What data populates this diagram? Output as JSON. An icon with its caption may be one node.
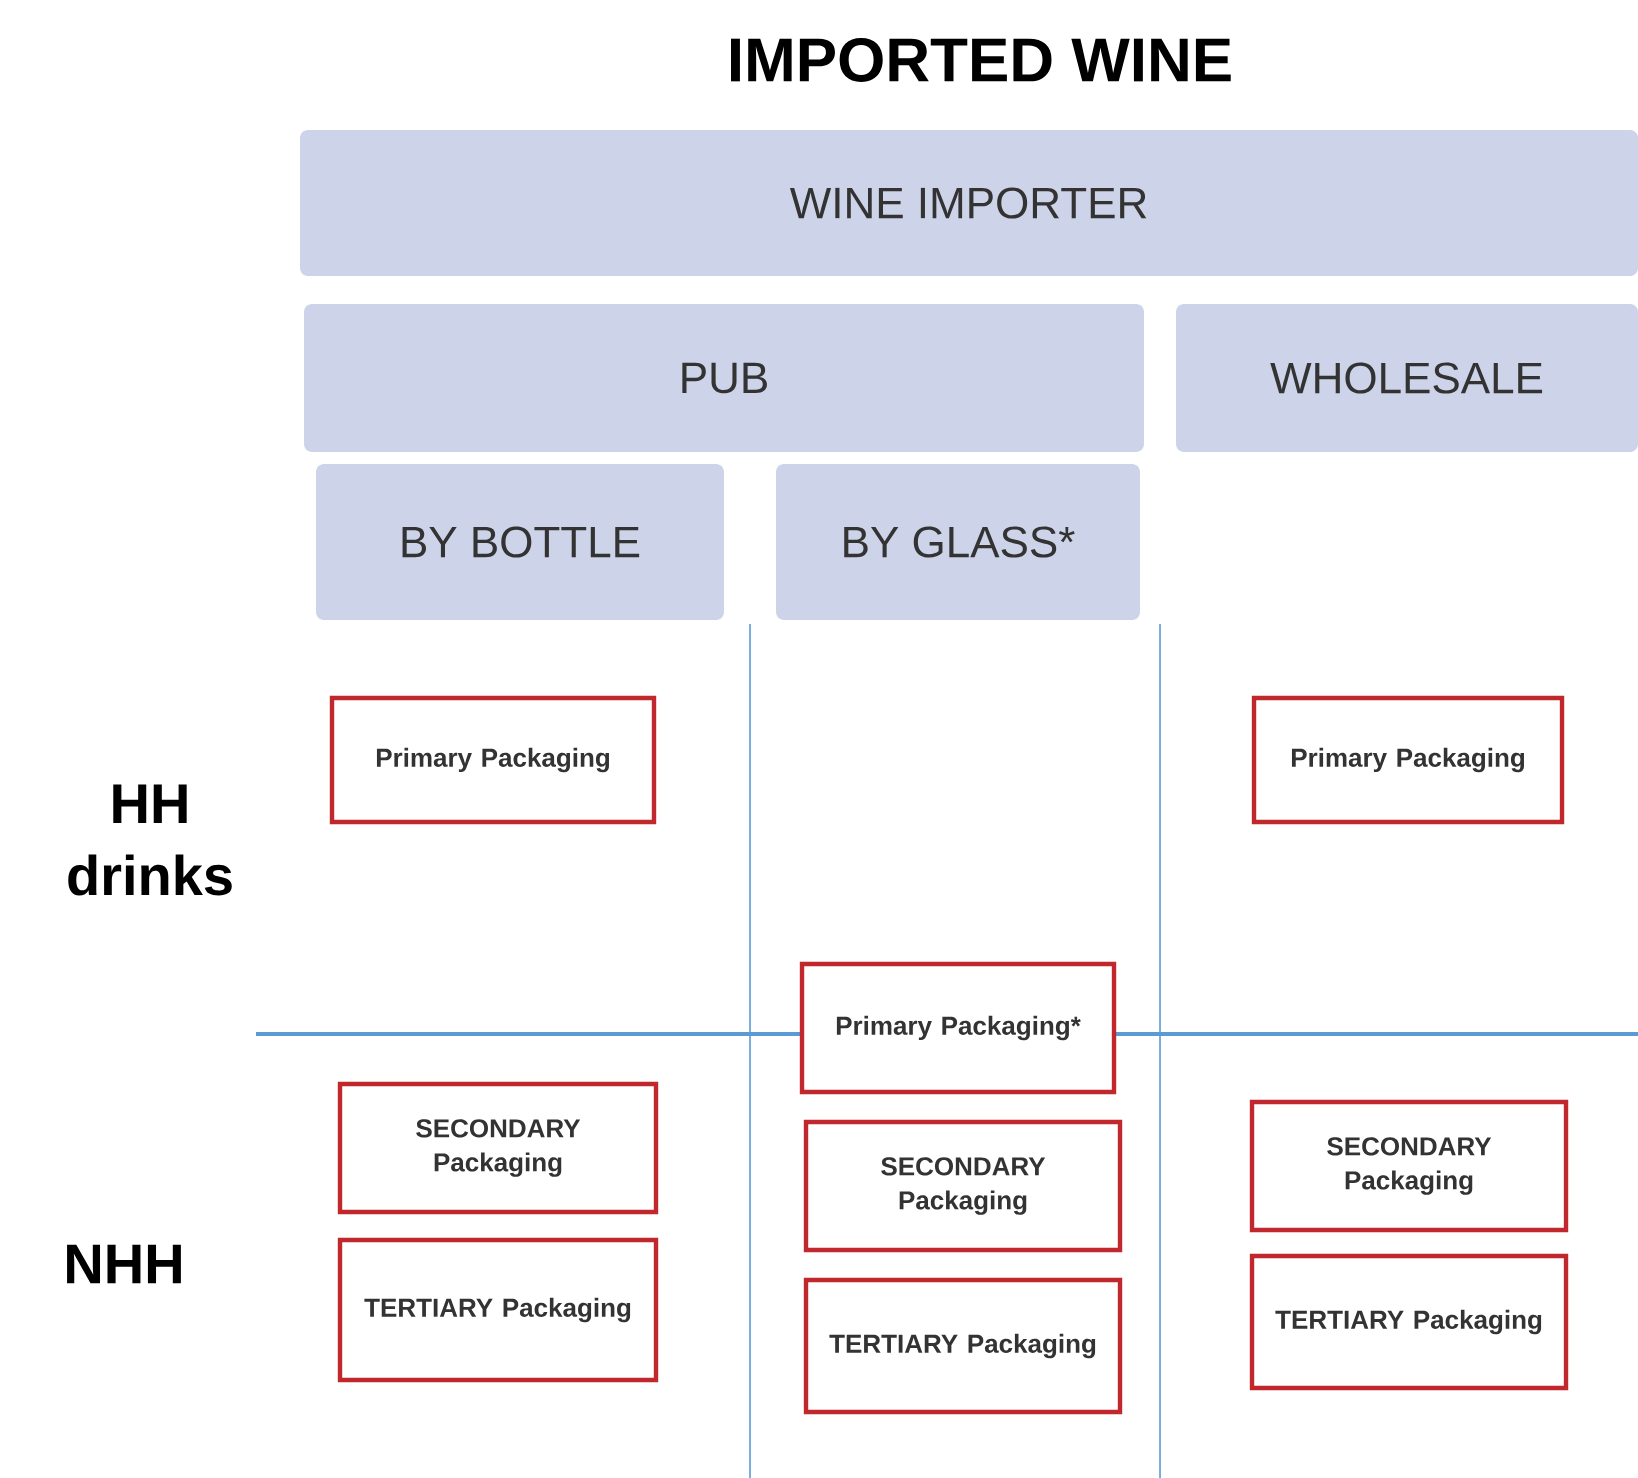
{
  "diagram": {
    "title": "IMPORTED WINE",
    "nodes": [
      {
        "text": [
          "WINE IMPORTER"
        ]
      },
      {
        "text": [
          "PUB"
        ]
      },
      {
        "text": [
          "WHOLESALE"
        ]
      },
      {
        "text": [
          "BY BOTTLE"
        ]
      },
      {
        "text": [
          "BY GLASS*"
        ]
      },
      {
        "text": [
          "Primary Packaging"
        ]
      },
      {
        "text": [
          "Primary Packaging"
        ]
      },
      {
        "text": [
          "Primary Packaging*"
        ]
      },
      {
        "text": [
          "SECONDARY Packaging"
        ]
      },
      {
        "text": [
          "SECONDARY Packaging"
        ]
      },
      {
        "text": [
          "SECONDARY Packaging"
        ]
      },
      {
        "text": [
          "TERTIARY Packaging"
        ]
      },
      {
        "text": [
          "TERTIARY Packaging"
        ]
      },
      {
        "text": [
          "TERTIARY Packaging"
        ]
      }
    ],
    "labels": [
      "HH drinks",
      "NHH"
    ]
  }
}
